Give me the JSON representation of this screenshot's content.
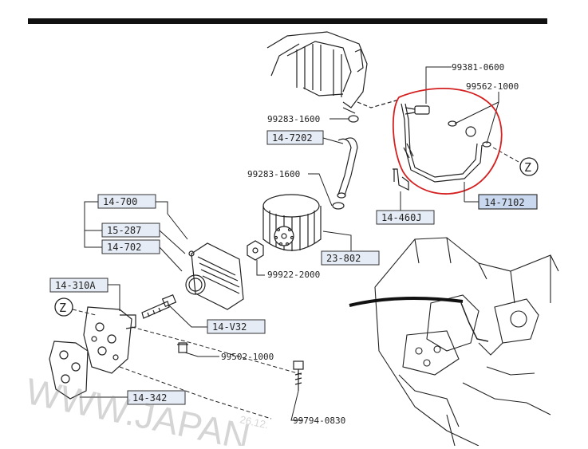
{
  "labels": {
    "p99381": "99381-0600",
    "p99562": "99562-1000",
    "p99283a": "99283-1600",
    "p14_7202": "14-7202",
    "p99283b": "99283-1600",
    "p14_7102": "14-7102",
    "p14_460j": "14-460J",
    "p14_700": "14-700",
    "p15_287": "15-287",
    "p14_702": "14-702",
    "p23_802": "23-802",
    "p99922": "99922-2000",
    "p14_310a": "14-310A",
    "p14_v32": "14-V32",
    "p99502": "99502-1000",
    "p14_342": "14-342",
    "p99794": "99794-0830"
  },
  "ref_marks": {
    "right": "Z",
    "left": "Z"
  },
  "watermark": {
    "text": "WWW.JAPAN",
    "date": "26.12."
  },
  "colors": {
    "highlight": "#d42020",
    "box_fill": "#e6ecf6",
    "highlight_box": "#c9d8ee",
    "ink": "#1a1a1a"
  }
}
